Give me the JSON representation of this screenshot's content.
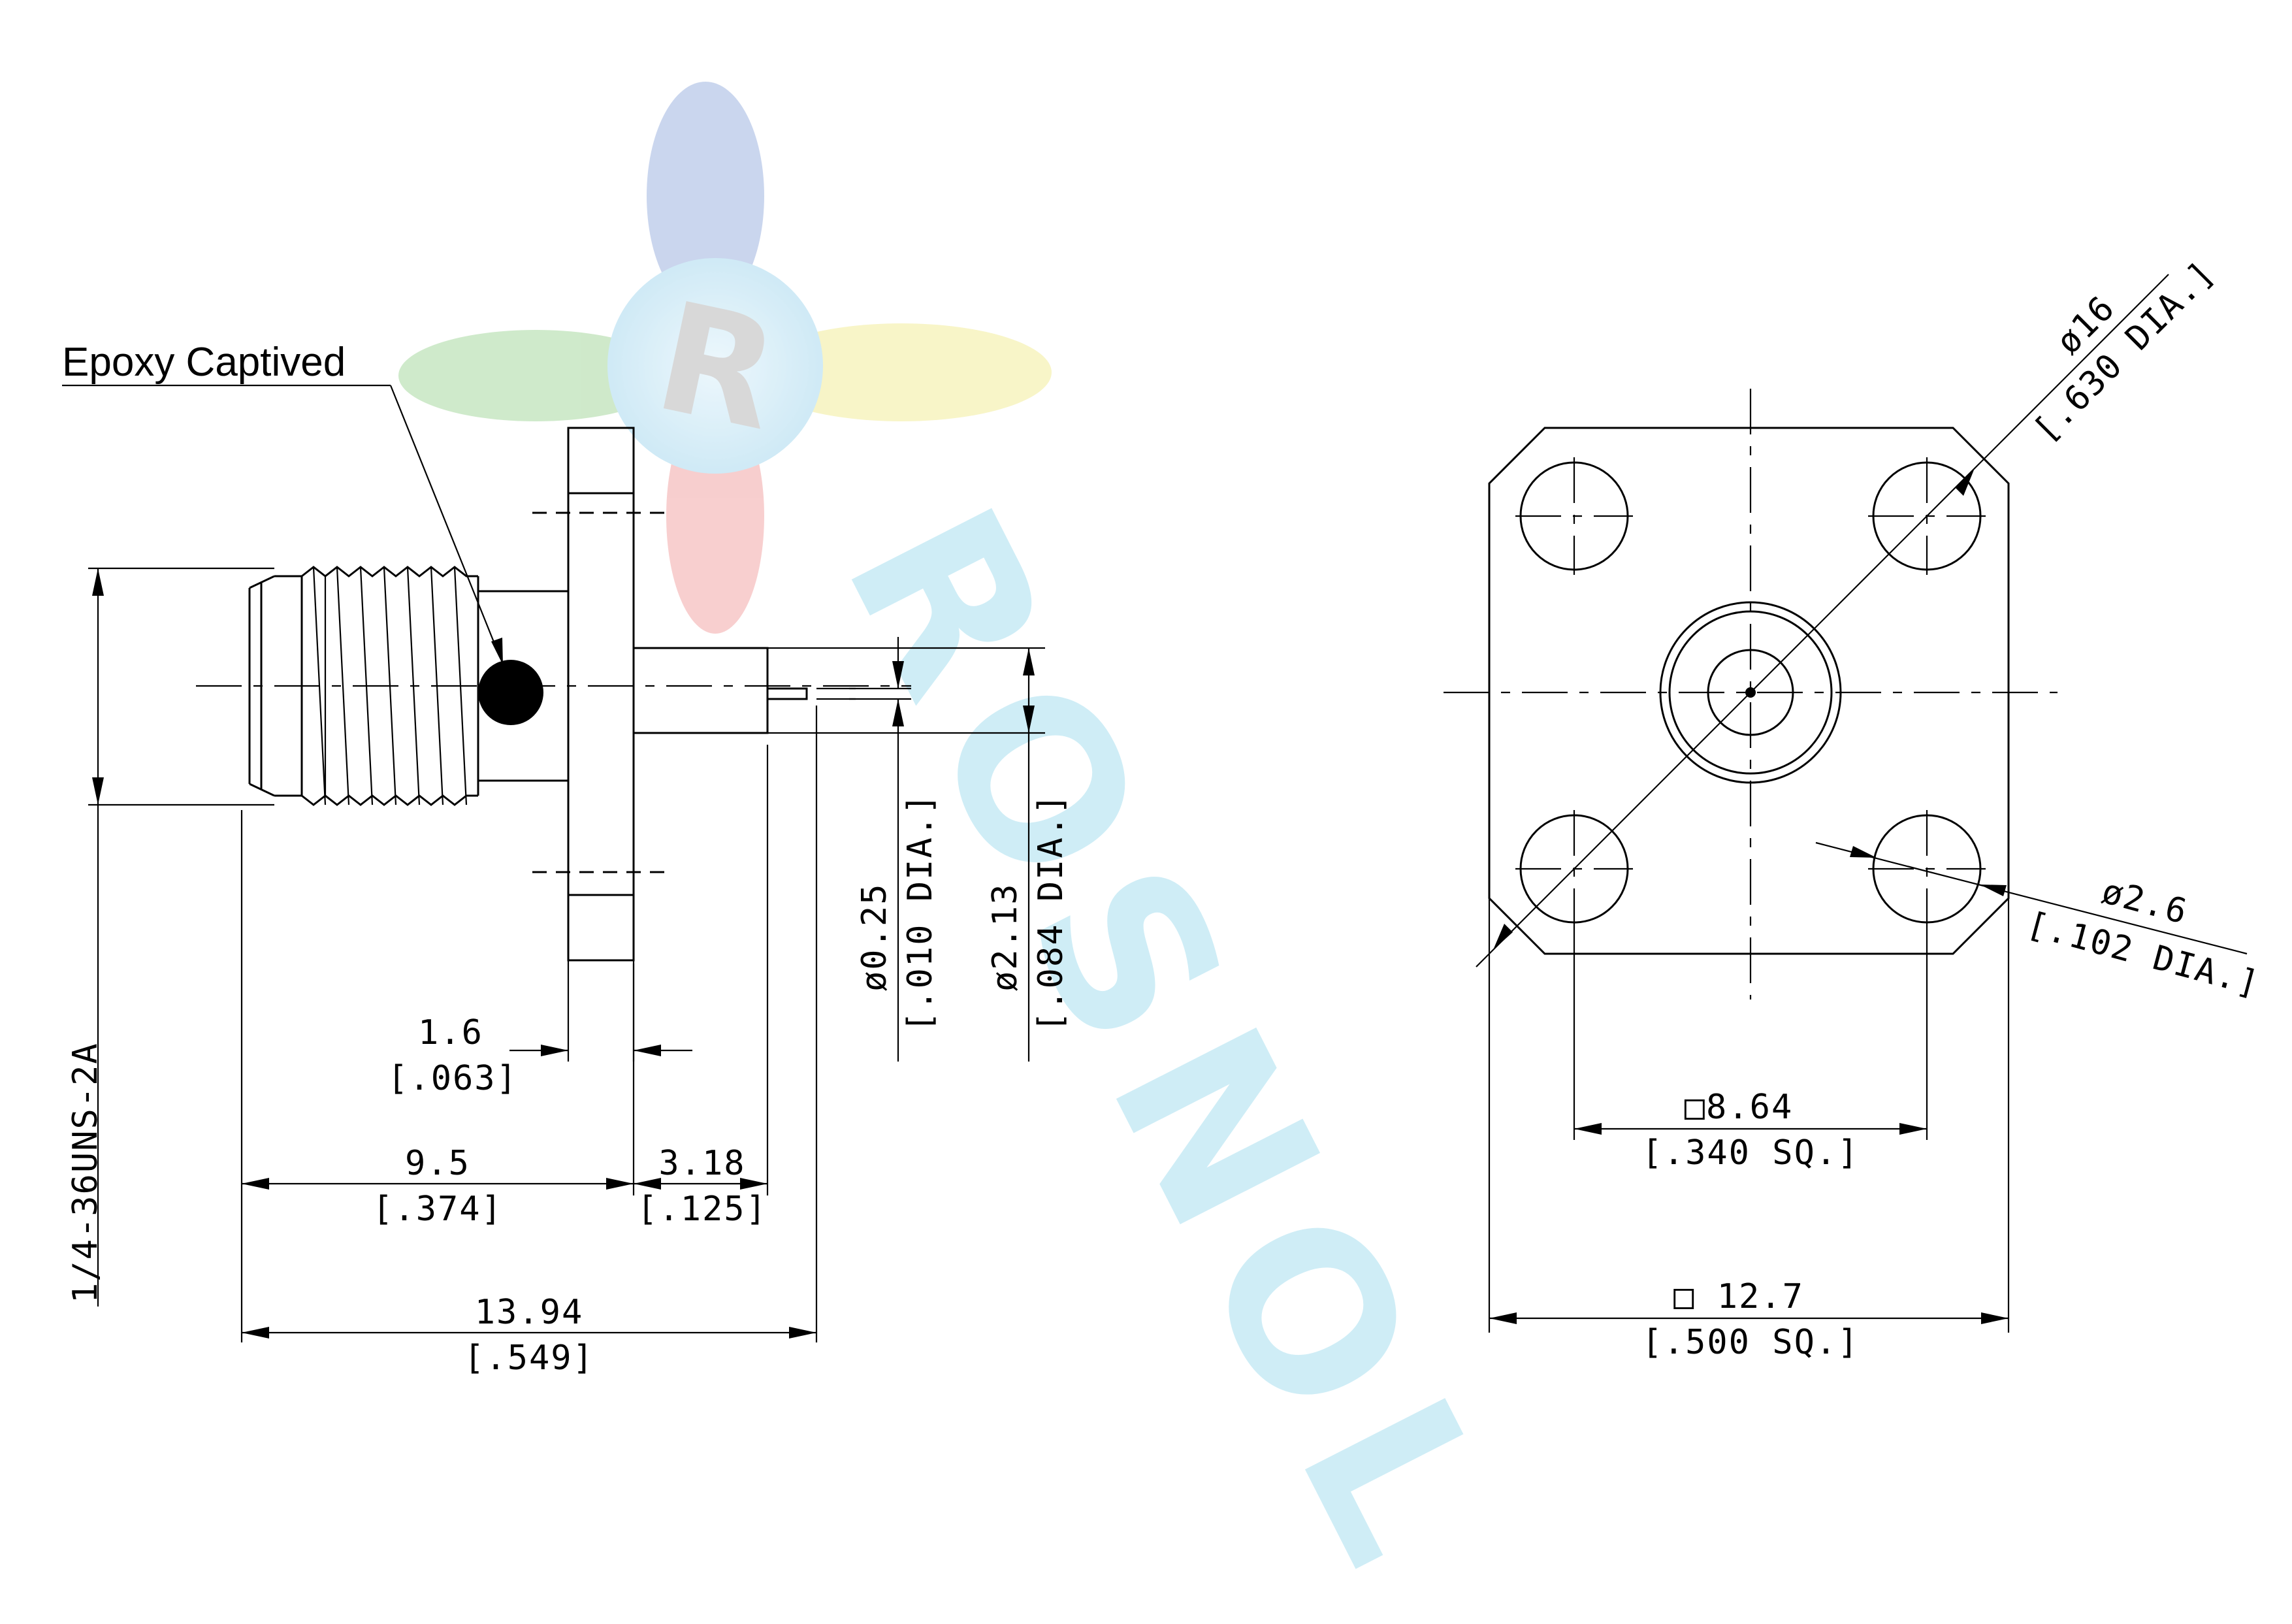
{
  "callout": {
    "epoxy_label": "Epoxy Captived"
  },
  "side_view": {
    "thread_spec": "1/4-36UNS-2A",
    "flange_thk": {
      "mm": "1.6",
      "in": "[.063]"
    },
    "body_len": {
      "mm": "9.5",
      "in": "[.374]"
    },
    "pin_len": {
      "mm": "3.18",
      "in": "[.125]"
    },
    "overall_len": {
      "mm": "13.94",
      "in": "[.549]"
    },
    "pin_dia": {
      "mm": "ø0.25",
      "in": "[.010 DIA.]"
    },
    "dielectric_dia": {
      "mm": "ø2.13",
      "in": "[.084 DIA.]"
    }
  },
  "front_view": {
    "bolt_circle": {
      "mm": "ø16",
      "in": "[.630 DIA.]"
    },
    "hole_dia": {
      "mm": "ø2.6",
      "in": "[.102 DIA.]"
    },
    "hole_spacing": {
      "mm": "□8.64",
      "in": "[.340 SQ.]"
    },
    "flange_size": {
      "mm": "□ 12.7",
      "in": "[.500 SQ.]"
    }
  },
  "watermark": {
    "letter": "R",
    "brand": "ROSNOL",
    "colors": {
      "blue": "#9fb4e0",
      "green": "#a8d8a0",
      "yellow": "#f2ec9a",
      "red": "#f2a7a7",
      "cyan": "#bfe8f4"
    }
  }
}
